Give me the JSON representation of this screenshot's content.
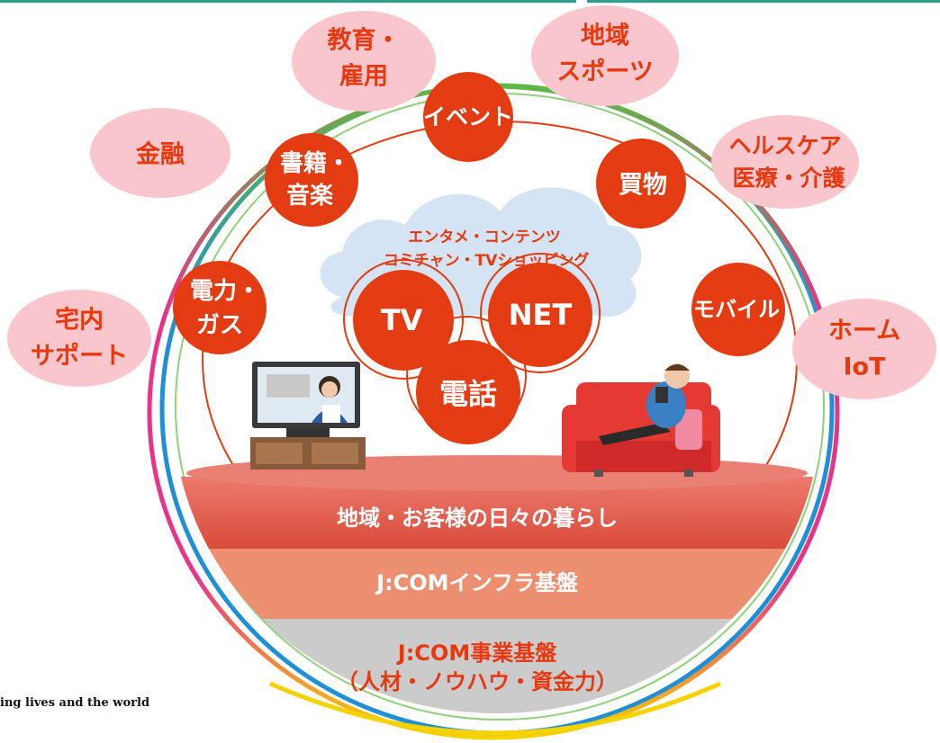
{
  "outer_topics": {
    "education": [
      "教育・",
      "雇用"
    ],
    "sports": [
      "地域",
      "スポーツ"
    ],
    "finance": [
      "金融"
    ],
    "health": [
      "ヘルスケア",
      "医療・介護"
    ],
    "home_support": [
      "宅内",
      "サポート"
    ],
    "home_iot": [
      "ホーム",
      "IoT"
    ]
  },
  "services": {
    "event": "イベント",
    "books": [
      "書籍・",
      "音楽"
    ],
    "shopping": "買物",
    "power": [
      "電力・",
      "ガス"
    ],
    "mobile": "モバイル"
  },
  "cloud": {
    "line1": "エンタメ・コンテンツ",
    "line2": "コミチャン・TVショッピング"
  },
  "core": {
    "tv": "TV",
    "net": "NET",
    "phone": "電話"
  },
  "layers": {
    "life": "地域・お客様の日々の暮らし",
    "infra": "J:COMインフラ基盤",
    "business": [
      "J:COM事業基盤",
      "（人材・ノウハウ・資金力）"
    ]
  },
  "footer": "ing lives and the world",
  "colors": {
    "service_red": "#e33b12",
    "outer_pink": "#f8c6cc",
    "outer_text": "#e8380d",
    "cloud_blue": "#cfe0f1",
    "cloud_text": "#e8380d",
    "layer_top": "#e0584a",
    "layer_mid": "#e98a6b",
    "layer_bottom": "#c9c9c9",
    "ring_green": "#5fb846",
    "ring_blue": "#1f8fd6",
    "ring_pink": "#e8338a",
    "ring_yellow": "#f6d200",
    "top_bar": "#2ba08a"
  }
}
